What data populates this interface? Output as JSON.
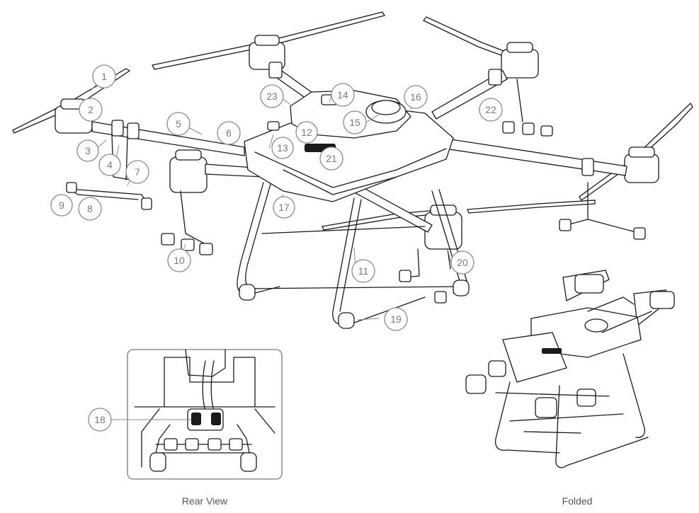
{
  "figure": {
    "main_view": {
      "callouts": [
        "1",
        "2",
        "3",
        "4",
        "5",
        "6",
        "7",
        "8",
        "9",
        "10",
        "11",
        "12",
        "13",
        "14",
        "15",
        "16",
        "17",
        "18",
        "19",
        "20",
        "21",
        "22",
        "23"
      ]
    },
    "rear_view": {
      "caption": "Rear View"
    },
    "folded_view": {
      "caption": "Folded"
    }
  }
}
